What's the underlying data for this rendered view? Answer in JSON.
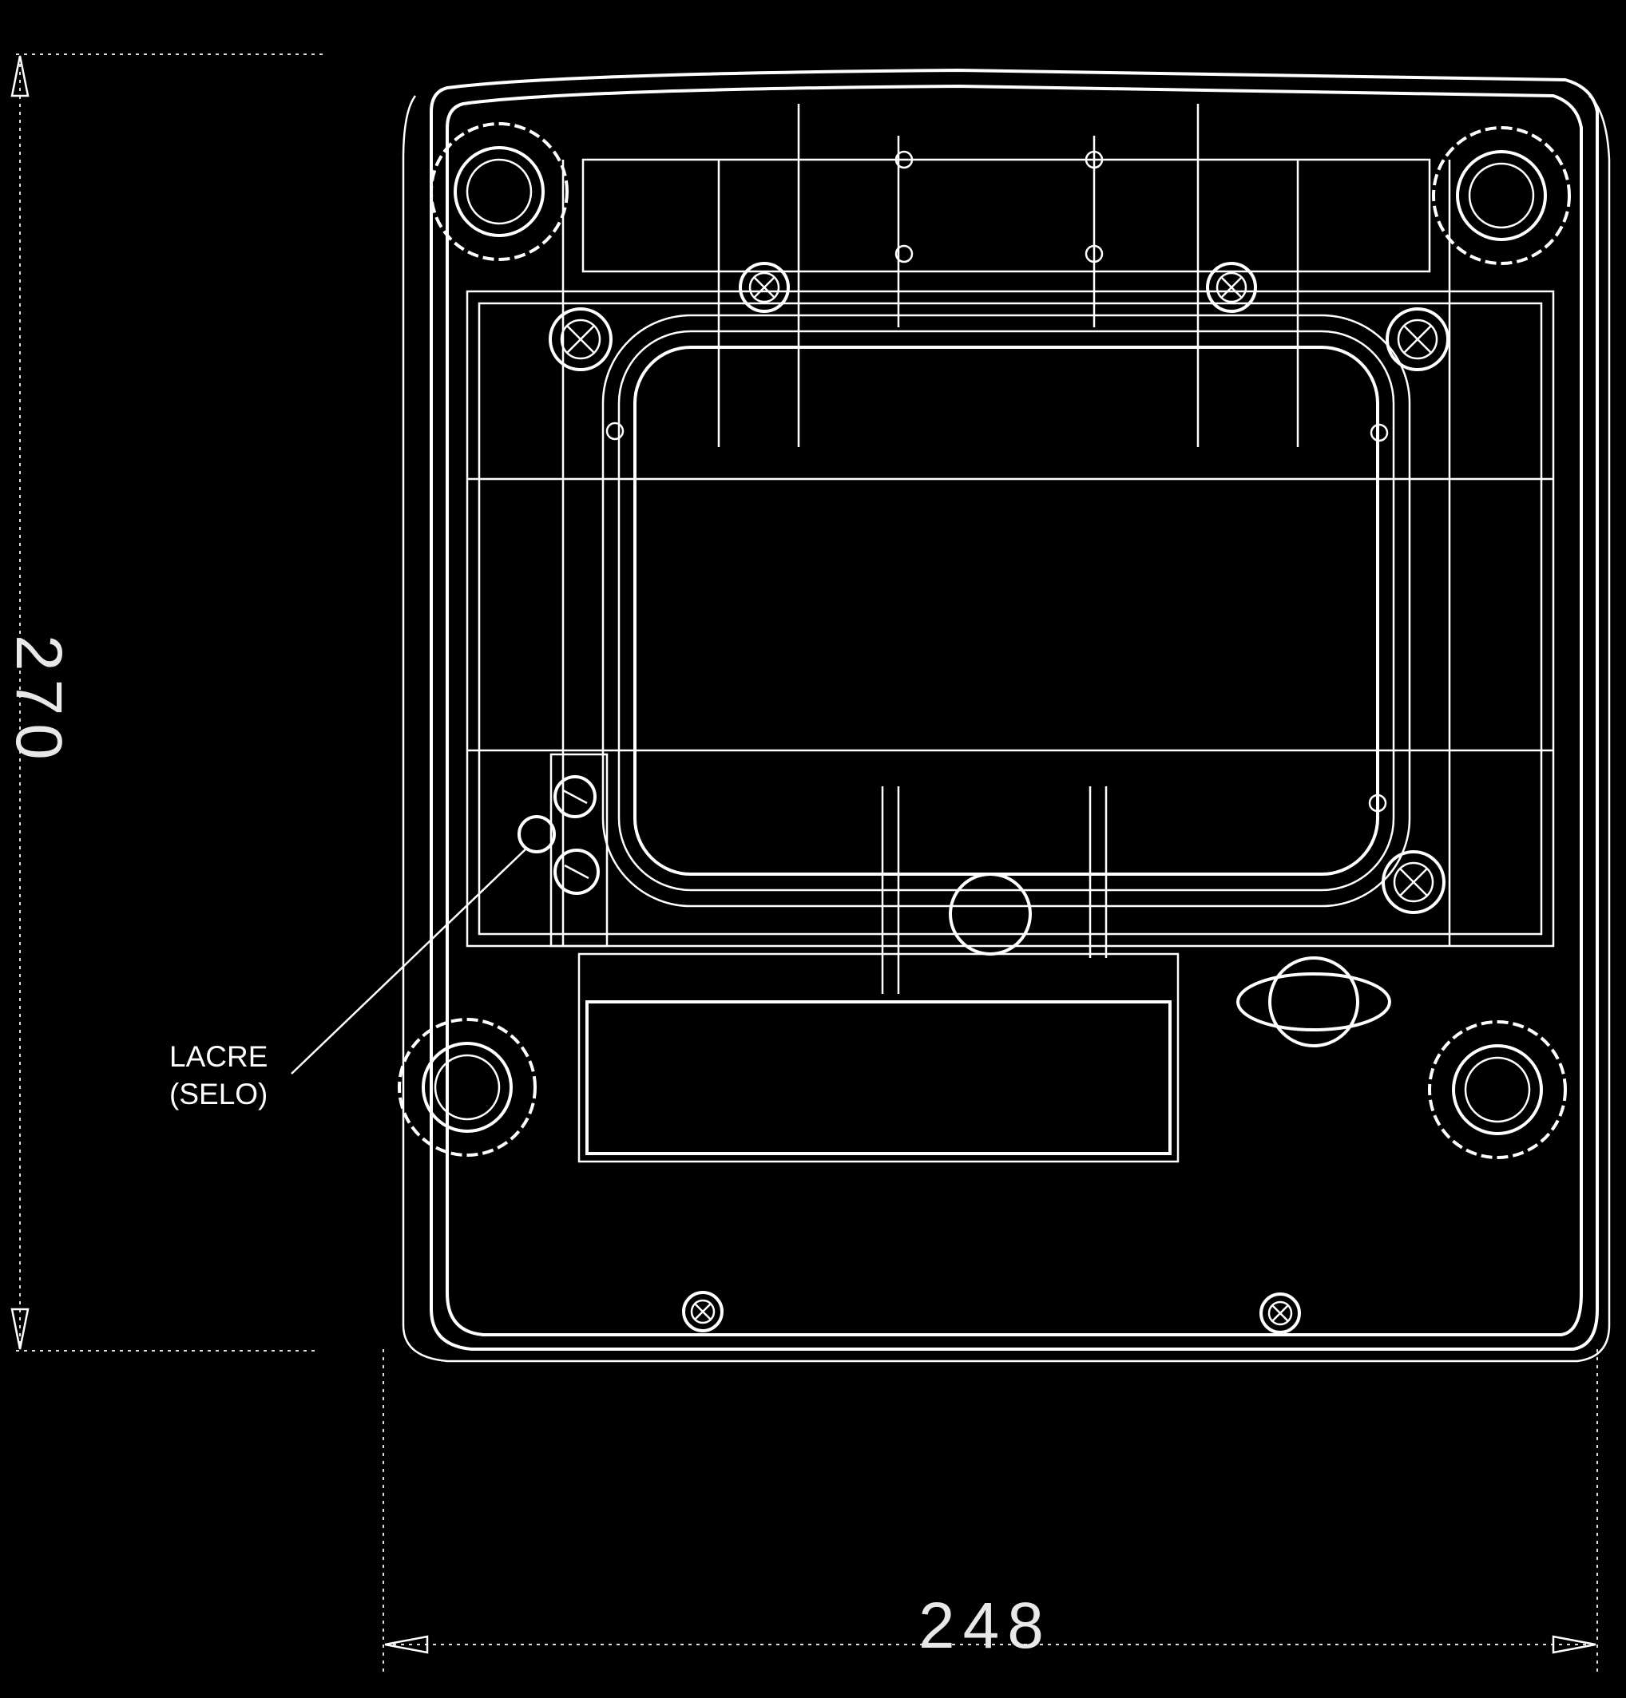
{
  "callout": {
    "line1": "LACRE",
    "line2": "(SELO)"
  },
  "dimensions": {
    "width": "248",
    "height": "270"
  },
  "colors": {
    "background": "#000000",
    "lines": "#ffffff"
  }
}
